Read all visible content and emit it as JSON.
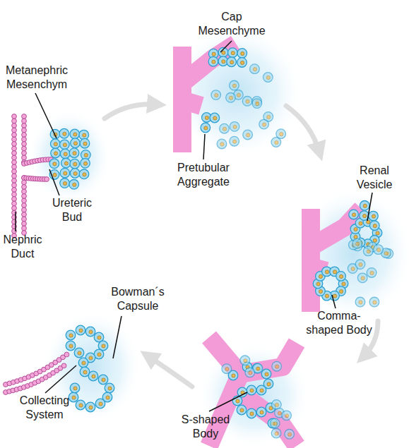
{
  "diagram": {
    "labels": [
      "Metanephric Mesenchym",
      "Ureteric Bud",
      "Nephric Duct",
      "Cap Mesenchyme",
      "Pretubular Aggregate",
      "Renal Vesicle",
      "Comma-shaped Body",
      "S-shaped Body",
      "Bowman´s Capsule",
      "Collecting System"
    ]
  }
}
